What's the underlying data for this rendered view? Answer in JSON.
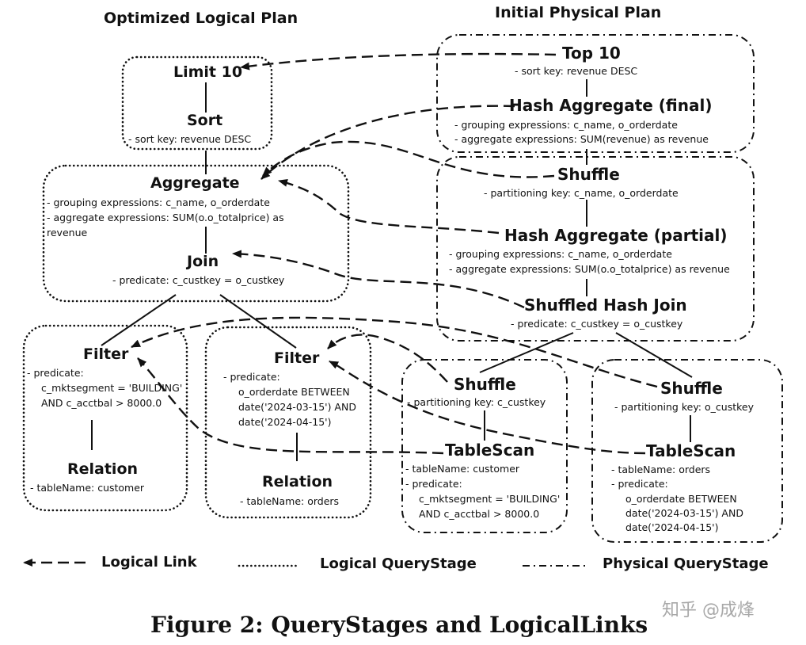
{
  "headers": {
    "logical": "Optimized Logical Plan",
    "physical": "Initial Physical Plan"
  },
  "logical": {
    "limit": {
      "name": "Limit 10"
    },
    "sort": {
      "name": "Sort",
      "detail": "- sort key: revenue DESC"
    },
    "aggregate": {
      "name": "Aggregate",
      "detail1": "- grouping expressions: c_name, o_orderdate",
      "detail2": "- aggregate expressions: SUM(o.o_totalprice) as",
      "detail3": "revenue"
    },
    "join": {
      "name": "Join",
      "detail": "- predicate: c_custkey = o_custkey"
    },
    "filter_left": {
      "name": "Filter",
      "detail1": "- predicate:",
      "detail2": "c_mktsegment = 'BUILDING'",
      "detail3": "AND c_acctbal > 8000.0"
    },
    "relation_left": {
      "name": "Relation",
      "detail": "- tableName: customer"
    },
    "filter_right": {
      "name": "Filter",
      "detail1": "- predicate:",
      "detail2": "o_orderdate BETWEEN",
      "detail3": "date('2024-03-15') AND",
      "detail4": "date('2024-04-15')"
    },
    "relation_right": {
      "name": "Relation",
      "detail": "- tableName: orders"
    }
  },
  "physical": {
    "top10": {
      "name": "Top 10",
      "detail": "- sort key: revenue DESC"
    },
    "hash_agg_final": {
      "name": "Hash Aggregate (final)",
      "detail1": "- grouping expressions: c_name, o_orderdate",
      "detail2": "- aggregate expressions: SUM(revenue) as revenue"
    },
    "shuffle_top": {
      "name": "Shuffle",
      "detail": "- partitioning key: c_name, o_orderdate"
    },
    "hash_agg_partial": {
      "name": "Hash Aggregate (partial)",
      "detail1": "- grouping expressions: c_name, o_orderdate",
      "detail2": "- aggregate expressions: SUM(o.o_totalprice) as revenue"
    },
    "shuffled_hash_join": {
      "name": "Shuffled Hash Join",
      "detail": "- predicate: c_custkey = o_custkey"
    },
    "shuffle_left": {
      "name": "Shuffle",
      "detail": "- partitioning key: c_custkey"
    },
    "tablescan_left": {
      "name": "TableScan",
      "detail1": "- tableName: customer",
      "detail2": "- predicate:",
      "detail3": "c_mktsegment = 'BUILDING'",
      "detail4": "AND c_acctbal > 8000.0"
    },
    "shuffle_right": {
      "name": "Shuffle",
      "detail": "- partitioning key: o_custkey"
    },
    "tablescan_right": {
      "name": "TableScan",
      "detail1": "- tableName: orders",
      "detail2": "- predicate:",
      "detail3": "o_orderdate BETWEEN",
      "detail4": "date('2024-03-15') AND",
      "detail5": "date('2024-04-15')"
    }
  },
  "legend": {
    "logical_link": "Logical Link",
    "logical_querystage": "Logical QueryStage",
    "physical_querystage": "Physical QueryStage"
  },
  "caption": "Figure 2: QueryStages and LogicalLinks",
  "watermark": "知乎 @成烽"
}
